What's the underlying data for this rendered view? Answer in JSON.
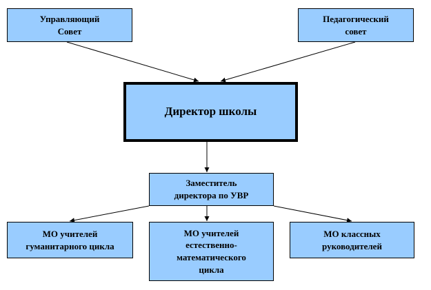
{
  "diagram": {
    "nodes": {
      "upravlyayushchiy_sovet": "Управляющий\nСовет",
      "pedagogicheskiy_sovet": "Педагогический\nсовет",
      "direktor": "Директор школы",
      "zamestitel": "Заместитель\nдиректора по УВР",
      "mo_gumanitarnyy": "МО учителей\nгуманитарного цикла",
      "mo_estestvenno": "МО учителей\nестественно-\nматематического\nцикла",
      "mo_klassnykh": "МО классных\nруководителей"
    },
    "edges": [
      {
        "from": "upravlyayushchiy_sovet",
        "to": "direktor"
      },
      {
        "from": "pedagogicheskiy_sovet",
        "to": "direktor"
      },
      {
        "from": "direktor",
        "to": "zamestitel"
      },
      {
        "from": "zamestitel",
        "to": "mo_gumanitarnyy"
      },
      {
        "from": "zamestitel",
        "to": "mo_estestvenno"
      },
      {
        "from": "zamestitel",
        "to": "mo_klassnykh"
      }
    ],
    "colors": {
      "box_fill": "#99ccff",
      "border": "#000000"
    }
  }
}
